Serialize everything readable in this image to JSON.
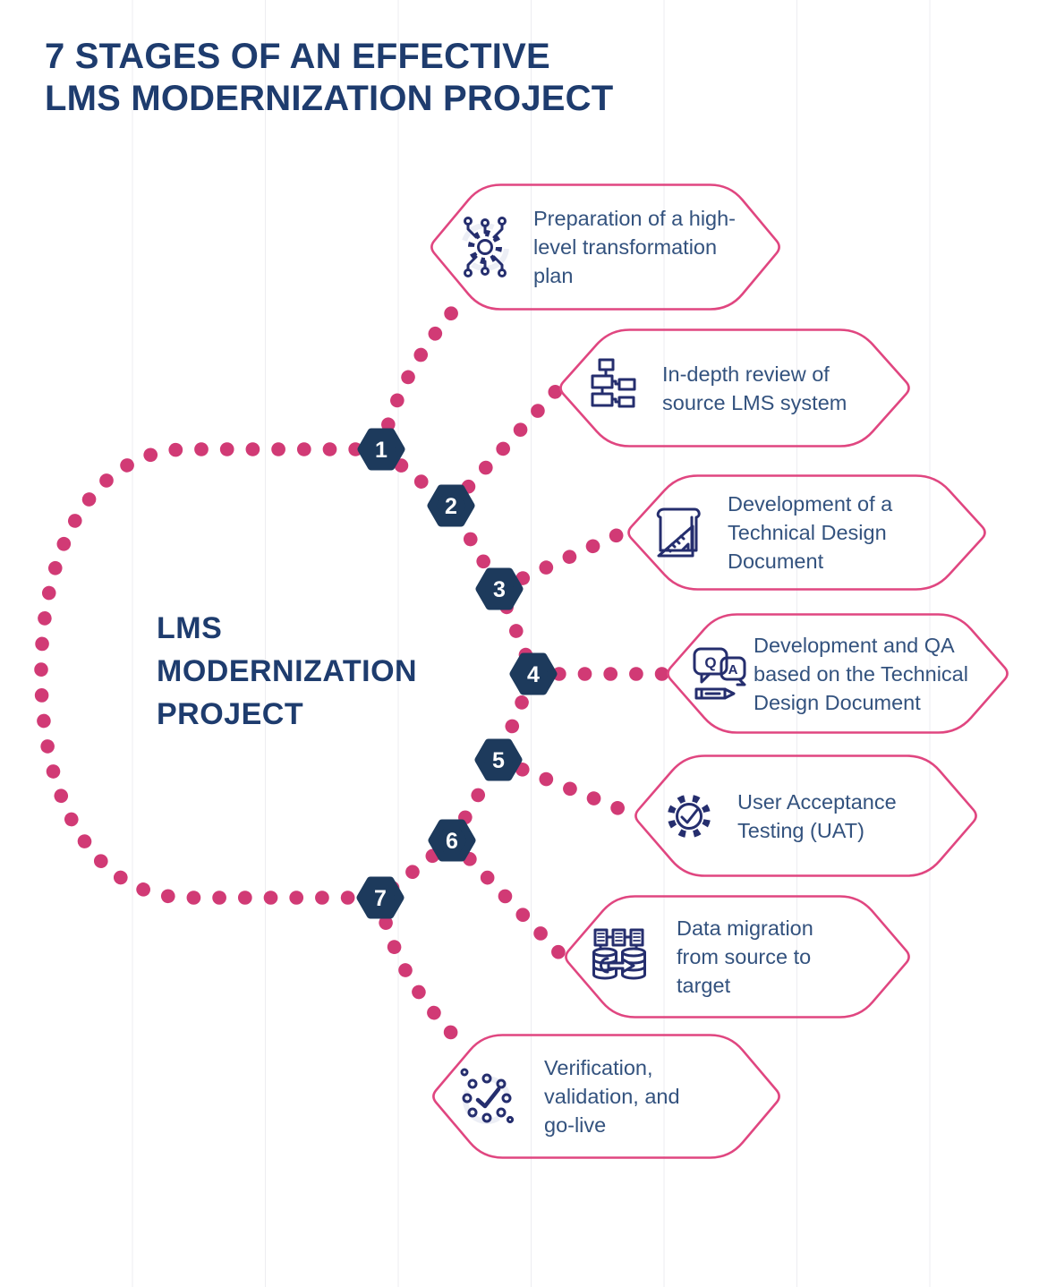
{
  "title": {
    "line1": "7 STAGES OF AN EFFECTIVE",
    "line2": "LMS MODERNIZATION PROJECT"
  },
  "center": {
    "label": "LMS MODERNIZATION PROJECT"
  },
  "stages": [
    {
      "number": "1",
      "label": "Preparation of a high- level transformation plan",
      "icon": "automation-gear-icon"
    },
    {
      "number": "2",
      "label": "In-depth review of source LMS system",
      "icon": "flowchart-icon"
    },
    {
      "number": "3",
      "label": "Development of a Technical Design Document",
      "icon": "blueprint-ruler-icon"
    },
    {
      "number": "4",
      "label": "Development and QA based on the Technical Design Document",
      "icon": "qa-chat-pencil-icon"
    },
    {
      "number": "5",
      "label": "User Acceptance Testing (UAT)",
      "icon": "gear-check-icon"
    },
    {
      "number": "6",
      "label": "Data migration from source to target",
      "icon": "database-migration-icon"
    },
    {
      "number": "7",
      "label": "Verification, validation, and go-live",
      "icon": "verified-check-icon"
    }
  ],
  "colors": {
    "dot_pink": "#d13a75",
    "card_border_pink": "#e04680",
    "title_navy": "#1e3c6e",
    "badge_navy": "#1d3a5c",
    "icon_indigo": "#252e6e",
    "card_text_blue": "#33527e",
    "grid_line": "#ededf1"
  }
}
